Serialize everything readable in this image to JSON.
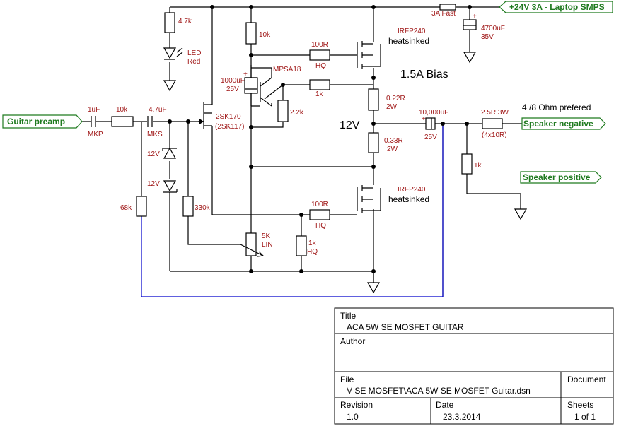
{
  "ports": {
    "input": "Guitar preamp",
    "supply": "+24V 3A - Laptop SMPS",
    "spk_neg": "Speaker negative",
    "spk_pos": "Speaker positive"
  },
  "labels": {
    "c_in_val": "1uF",
    "c_in_type": "MKP",
    "r_in": "10k",
    "c2_val": "4.7uF",
    "c2_type": "MKS",
    "z1": "12V",
    "z2": "12V",
    "r68k": "68k",
    "r330k": "330k",
    "jfet_a": "2SK170",
    "jfet_b": "(2SK117)",
    "r47k": "4.7k",
    "led_a": "LED",
    "led_b": "Red",
    "r10k": "10k",
    "c1000_a": "1000uF",
    "c1000_b": "25V",
    "mpsa": "MPSA18",
    "r22k": "2.2k",
    "r1k_mid": "1k",
    "r100_top_a": "100R",
    "r100_top_b": "HQ",
    "mos_top": "IRFP240",
    "hs_top": "heatsinked",
    "bias": "1.5A Bias",
    "r022_a": "0.22R",
    "r022_b": "2W",
    "v12": "12V",
    "r033_a": "0.33R",
    "r033_b": "2W",
    "fuse": "3A Fast",
    "c4700_a": "4700uF",
    "c4700_b": "35V",
    "c10000_a": "10,000uF",
    "c10000_b": "25V",
    "r25_a": "2.5R 3W",
    "r25_b": "(4x10R)",
    "ohm": "4 /8 Ohm prefered",
    "r1k_out": "1k",
    "r100_bot_a": "100R",
    "r100_bot_b": "HQ",
    "mos_bot": "IRFP240",
    "hs_bot": "heatsinked",
    "pot_a": "5K",
    "pot_b": "LIN",
    "r1k_bot_a": "1k",
    "r1k_bot_b": "HQ"
  },
  "title_block": {
    "title_label": "Title",
    "title": "ACA 5W SE MOSFET GUITAR",
    "author_label": "Author",
    "file_label": "File",
    "file": "V SE MOSFET\\ACA 5W SE MOSFET Guitar.dsn",
    "document_label": "Document",
    "revision_label": "Revision",
    "revision": "1.0",
    "date_label": "Date",
    "date": "23.3.2014",
    "sheets_label": "Sheets",
    "sheets": "1 of 1"
  }
}
